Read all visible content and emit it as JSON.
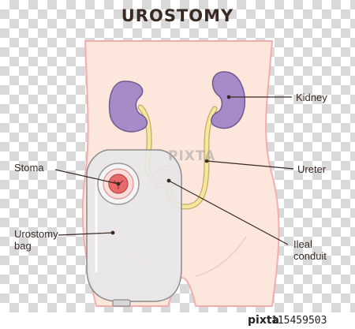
{
  "title": "UROSTOMY",
  "labels": {
    "kidney": "Kidney",
    "ureter": "Ureter",
    "stoma": "Stoma",
    "urostomy_bag": "Urostomy\nbag",
    "ileal_conduit": "Ileal\nconduit"
  },
  "watermark": "PIXTA",
  "footer": {
    "brand": "pixta",
    "image_id": "115459503"
  },
  "colors": {
    "skin": "#fde6dc",
    "skin_outline": "#f0aeb0",
    "kidney": "#a58bc7",
    "ureter": "#f4e7a0",
    "stoma": "#e86a6a",
    "bag": "#e7e7e7"
  }
}
